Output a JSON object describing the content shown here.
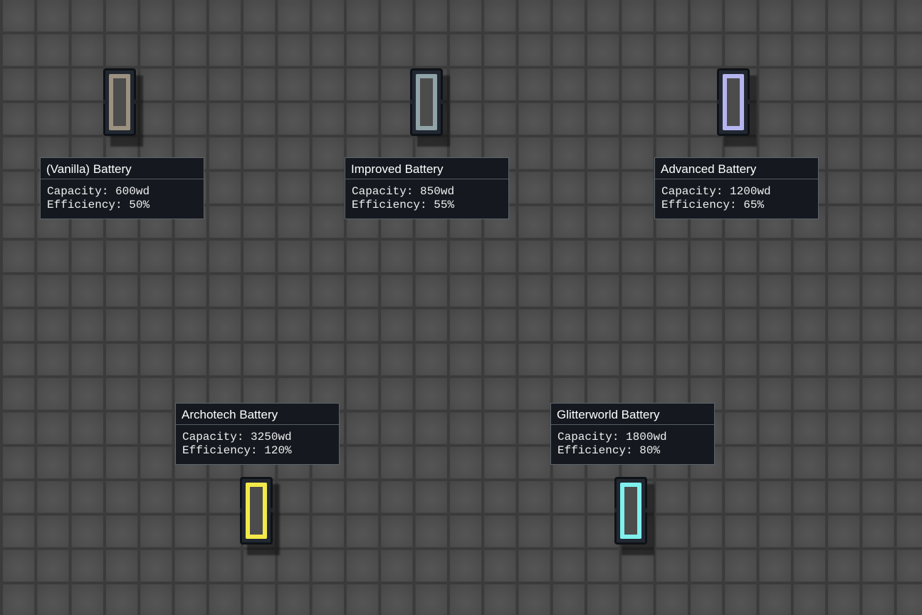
{
  "items": [
    {
      "id": "vanilla",
      "title": "(Vanilla) Battery",
      "capacity_label": "Capacity:",
      "capacity_value": "600wd",
      "efficiency_label": "Efficiency:",
      "efficiency_value": "50%",
      "frame_color": "#9c9180",
      "icon": "battery-icon"
    },
    {
      "id": "improved",
      "title": "Improved Battery",
      "capacity_label": "Capacity:",
      "capacity_value": "850wd",
      "efficiency_label": "Efficiency:",
      "efficiency_value": "55%",
      "frame_color": "#8fa3a8",
      "icon": "battery-icon"
    },
    {
      "id": "advanced",
      "title": "Advanced Battery",
      "capacity_label": "Capacity:",
      "capacity_value": "1200wd",
      "efficiency_label": "Efficiency:",
      "efficiency_value": "65%",
      "frame_color": "#b5b5f0",
      "icon": "battery-icon"
    },
    {
      "id": "archotech",
      "title": "Archotech Battery",
      "capacity_label": "Capacity:",
      "capacity_value": "3250wd",
      "efficiency_label": "Efficiency:",
      "efficiency_value": "120%",
      "frame_color": "#f3ea4a",
      "icon": "battery-icon"
    },
    {
      "id": "glitterworld",
      "title": "Glitterworld Battery",
      "capacity_label": "Capacity:",
      "capacity_value": "1800wd",
      "efficiency_label": "Efficiency:",
      "efficiency_value": "80%",
      "frame_color": "#7ff0ee",
      "icon": "battery-icon"
    }
  ]
}
